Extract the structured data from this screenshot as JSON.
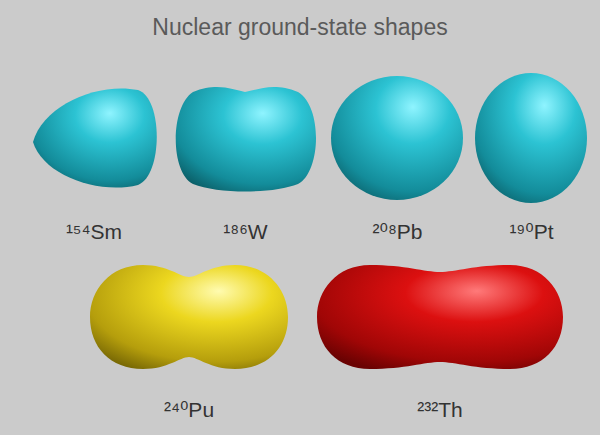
{
  "diagram": {
    "title": "Nuclear ground-state shapes",
    "nodes": [
      {
        "text": [
          "¹⁵⁴Sm"
        ]
      },
      {
        "text": [
          "¹⁸⁶W"
        ]
      },
      {
        "text": [
          "²⁰⁸Pb"
        ]
      },
      {
        "text": [
          "¹⁹⁰Pt"
        ]
      },
      {
        "text": [
          "²⁴⁰Pu"
        ]
      },
      {
        "text": [
          "²³²Th"
        ]
      }
    ]
  }
}
